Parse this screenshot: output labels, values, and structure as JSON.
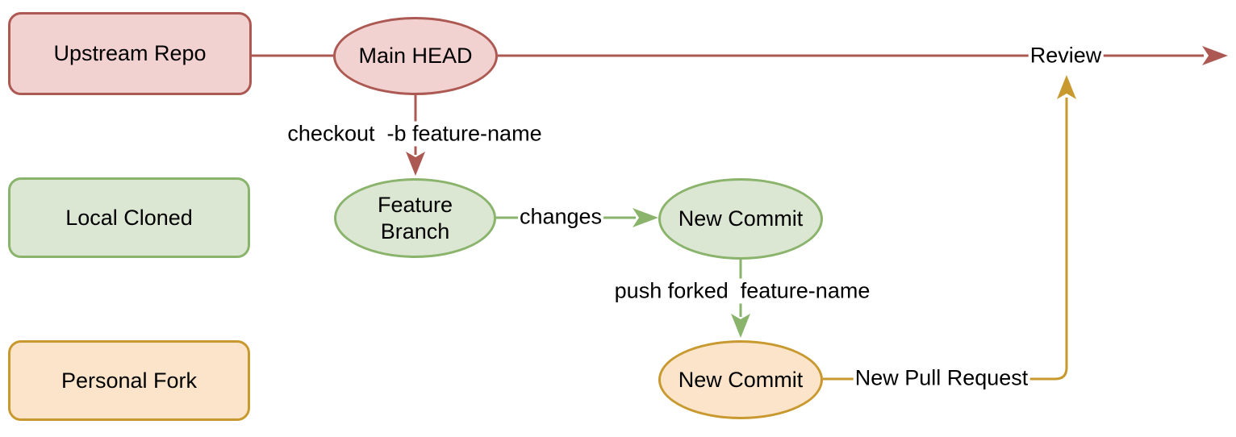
{
  "diagram": {
    "type": "git-fork-workflow-flowchart",
    "lanes": [
      {
        "id": "upstream-repo",
        "label": "Upstream Repo",
        "fill": "#f2d2d0",
        "stroke": "#ad5953"
      },
      {
        "id": "local-cloned",
        "label": "Local Cloned",
        "fill": "#dbe7d2",
        "stroke": "#8ab36b"
      },
      {
        "id": "personal-fork",
        "label": "Personal Fork",
        "fill": "#fbe4ca",
        "stroke": "#c8992f"
      }
    ],
    "nodes": [
      {
        "id": "main-head",
        "label": "Main HEAD",
        "lane": "upstream-repo",
        "fill": "#f2d2d0",
        "stroke": "#ad5953"
      },
      {
        "id": "feature-branch",
        "label": "Feature Branch",
        "lane": "local-cloned",
        "fill": "#dbe7d2",
        "stroke": "#8ab36b"
      },
      {
        "id": "new-commit-local",
        "label": "New Commit",
        "lane": "local-cloned",
        "fill": "#dbe7d2",
        "stroke": "#8ab36b"
      },
      {
        "id": "new-commit-fork",
        "label": "New Commit",
        "lane": "personal-fork",
        "fill": "#fbe4ca",
        "stroke": "#c8992f"
      }
    ],
    "edges": [
      {
        "id": "upstream-to-main-head",
        "from": "Upstream Repo",
        "to": "Main HEAD",
        "label": "",
        "color": "#ad5953",
        "arrow": false
      },
      {
        "id": "main-head-review",
        "from": "Main HEAD",
        "to": "right-edge",
        "label": "Review",
        "color": "#ad5953",
        "arrow": true
      },
      {
        "id": "checkout-branch",
        "from": "Main HEAD",
        "to": "Feature Branch",
        "label": "checkout  -b feature-name",
        "color": "#ad5953",
        "arrow": true
      },
      {
        "id": "changes",
        "from": "Feature Branch",
        "to": "New Commit",
        "label": "changes",
        "color": "#8ab36b",
        "arrow": true
      },
      {
        "id": "push-forked",
        "from": "New Commit (local)",
        "to": "New Commit (fork)",
        "label": "push forked  feature-name",
        "color": "#8ab36b",
        "arrow": true
      },
      {
        "id": "new-pull-request",
        "from": "New Commit (fork)",
        "to": "Review",
        "label": "New Pull Request",
        "color": "#c8992f",
        "arrow": true
      }
    ],
    "colors": {
      "red-stroke": "#ad5953",
      "red-fill": "#f2d2d0",
      "green-stroke": "#8ab36b",
      "green-fill": "#dbe7d2",
      "gold-stroke": "#c8992f",
      "gold-fill": "#fbe4ca",
      "text": "#000000",
      "background": "#ffffff"
    }
  }
}
